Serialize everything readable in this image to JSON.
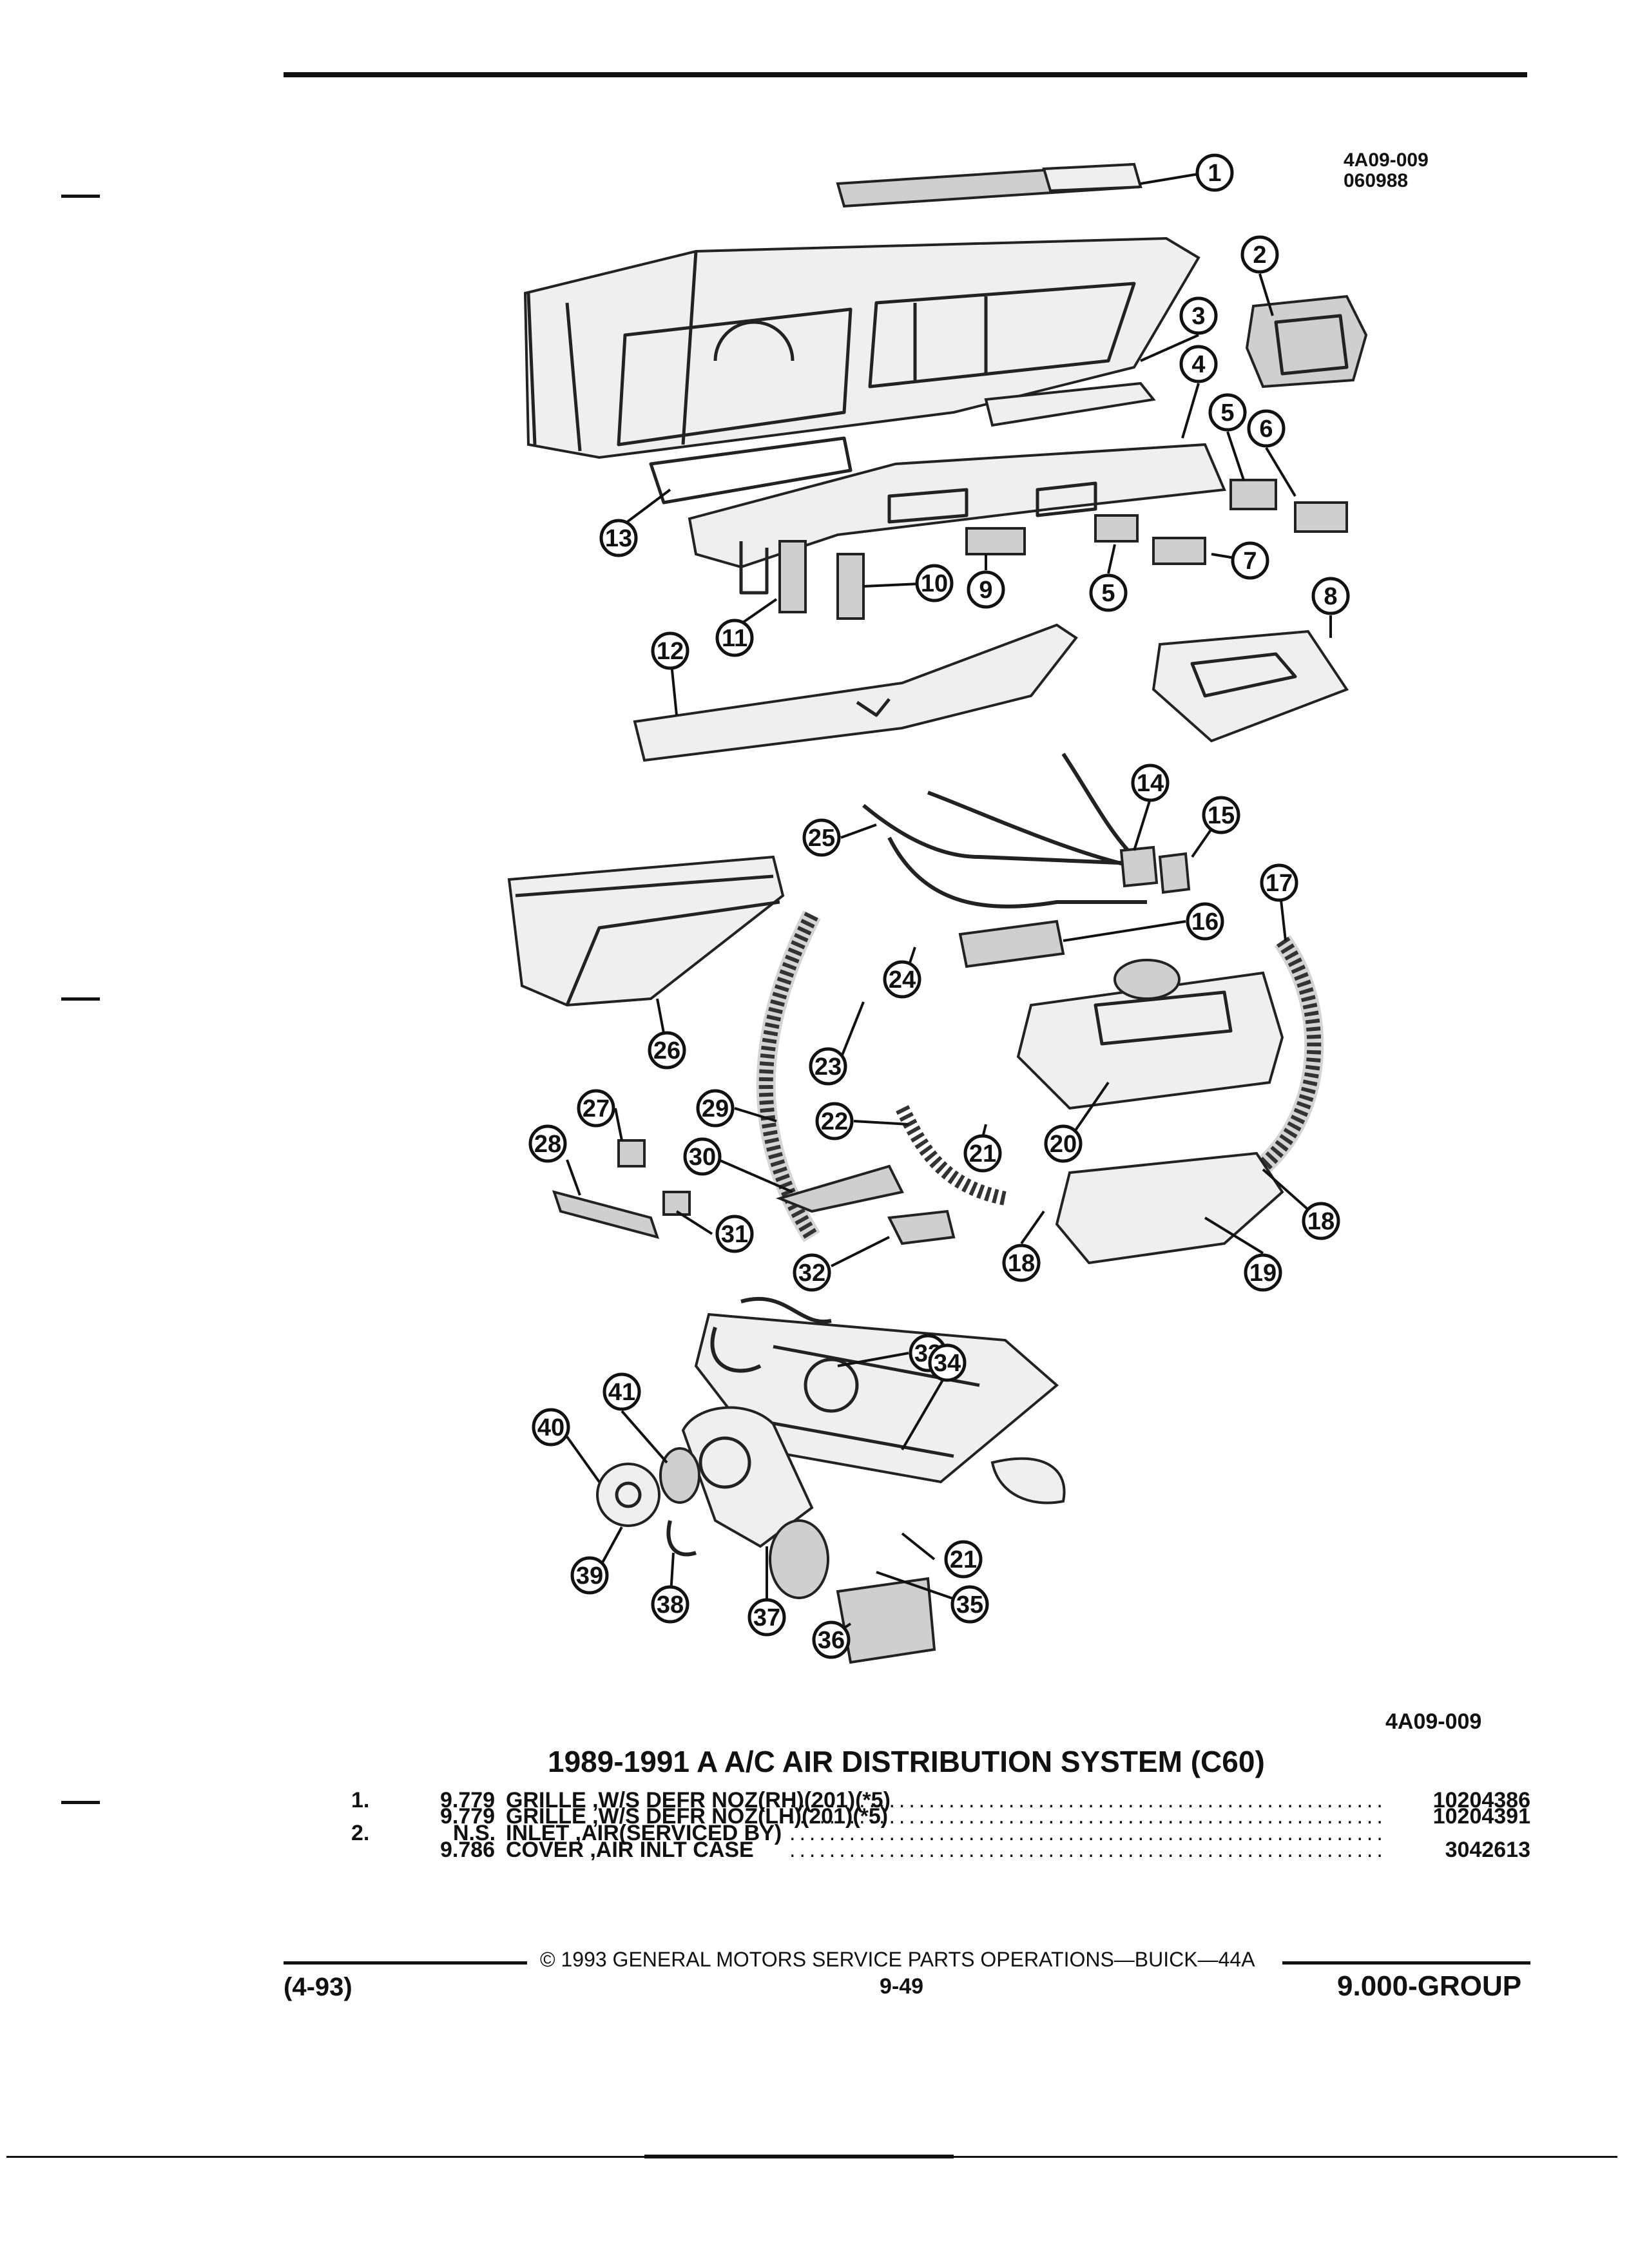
{
  "figure": {
    "code_top": "4A09-009",
    "date_code": "060988",
    "code_bottom": "4A09-009",
    "callouts": [
      "1",
      "2",
      "3",
      "4",
      "5",
      "6",
      "13",
      "5",
      "9",
      "7",
      "8",
      "10",
      "11",
      "12",
      "14",
      "15",
      "25",
      "17",
      "16",
      "24",
      "26",
      "23",
      "22",
      "21",
      "20",
      "27",
      "29",
      "28",
      "30",
      "31",
      "18",
      "18",
      "19",
      "32",
      "33",
      "34",
      "41",
      "40",
      "39",
      "38",
      "37",
      "36",
      "35",
      "21"
    ]
  },
  "parts_list": {
    "title": "1989-1991 A A/C AIR DISTRIBUTION SYSTEM (C60)",
    "rows": [
      {
        "ref": "1.",
        "code": "9.779",
        "description": "GRILLE ,W/S DEFR NOZ(RH)(201)(*5)",
        "part_no": "10204386"
      },
      {
        "ref": "",
        "code": "9.779",
        "description": "GRILLE ,W/S DEFR NOZ(LH)(201)(*5)",
        "part_no": "10204391"
      },
      {
        "ref": "2.",
        "code": "N.S.",
        "description": "INLET ,AIR(SERVICED BY)",
        "part_no": ""
      },
      {
        "ref": "",
        "code": "9.786",
        "description": "COVER ,AIR INLT CASE",
        "part_no": "3042613"
      }
    ]
  },
  "footer": {
    "copyright": "© 1993 GENERAL MOTORS SERVICE PARTS OPERATIONS—BUICK—44A",
    "date": "(4-93)",
    "page": "9-49",
    "group": "9.000-GROUP"
  }
}
